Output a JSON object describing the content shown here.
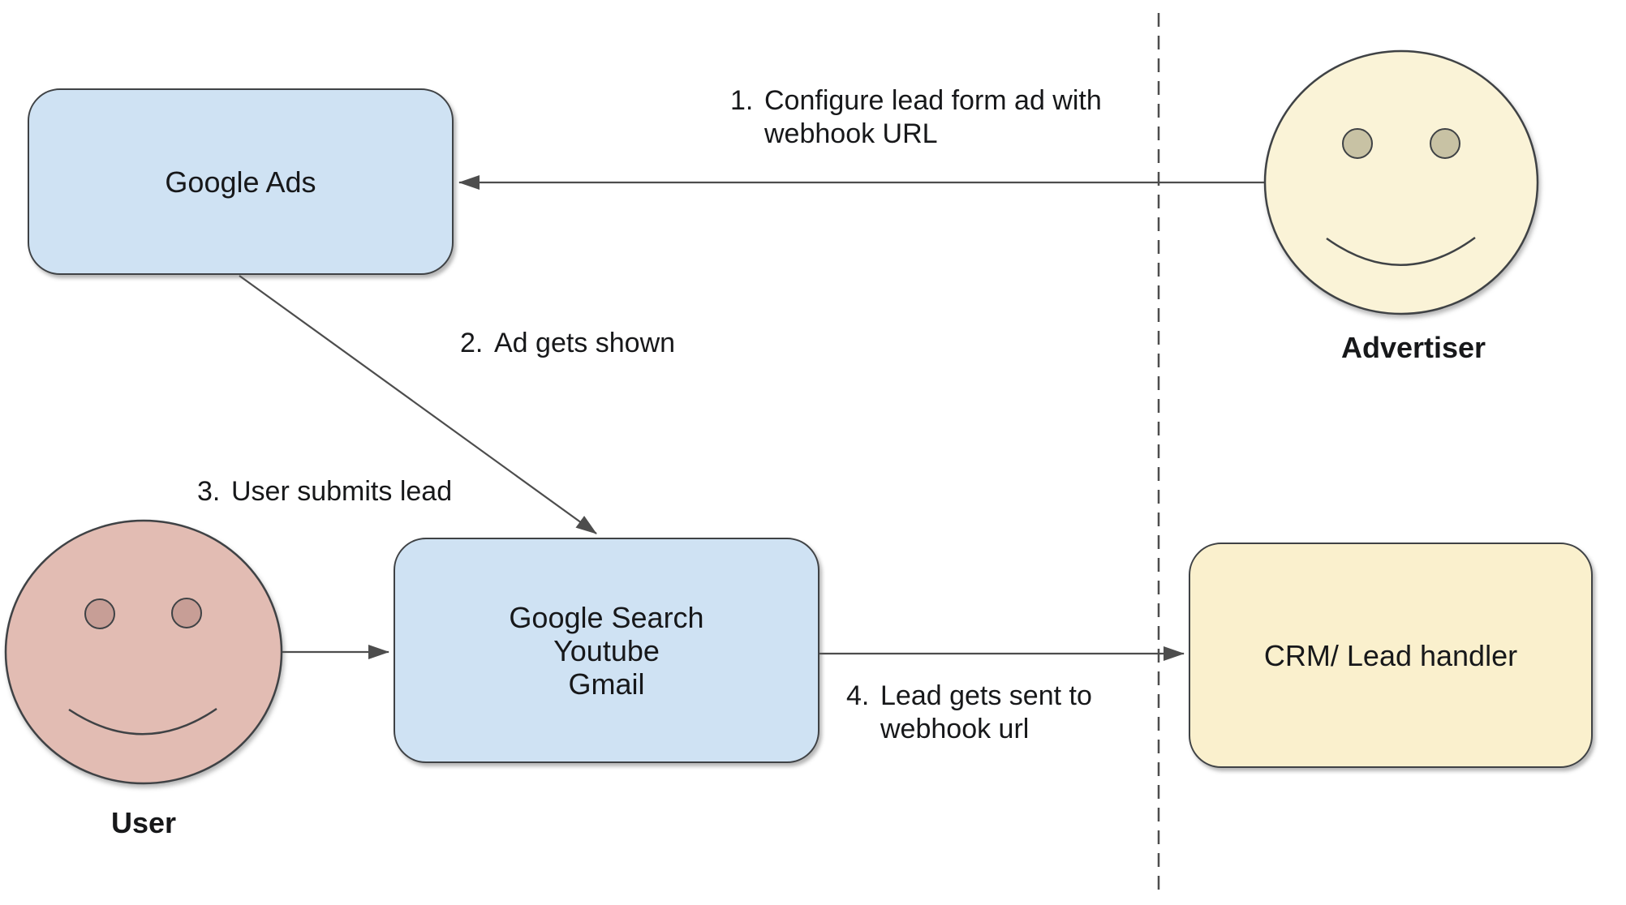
{
  "colors": {
    "node_blue_fill": "#cfe2f3",
    "node_yellow_fill": "#faf0cd",
    "face_yellow_fill": "#faf3d7",
    "face_yellow_eye": "#c8c2a4",
    "face_pink_fill": "#e2bcb3",
    "face_pink_eye": "#c79e96",
    "shape_stroke": "#3f4245",
    "arrow_color": "#4d4d4d",
    "text_color": "#17181a"
  },
  "nodes": {
    "google_ads": {
      "label": "Google Ads"
    },
    "surfaces": {
      "lines": [
        "Google Search",
        "Youtube",
        "Gmail"
      ]
    },
    "crm": {
      "label": "CRM/ Lead handler"
    }
  },
  "actors": {
    "advertiser": {
      "label": "Advertiser"
    },
    "user": {
      "label": "User"
    }
  },
  "steps": [
    {
      "num": "1.",
      "line1": "Configure lead form ad with",
      "line2": "webhook URL"
    },
    {
      "num": "2.",
      "line1": "Ad gets shown",
      "line2": ""
    },
    {
      "num": "3.",
      "line1": "User submits lead",
      "line2": ""
    },
    {
      "num": "4.",
      "line1": "Lead gets sent to",
      "line2": "webhook url"
    }
  ]
}
